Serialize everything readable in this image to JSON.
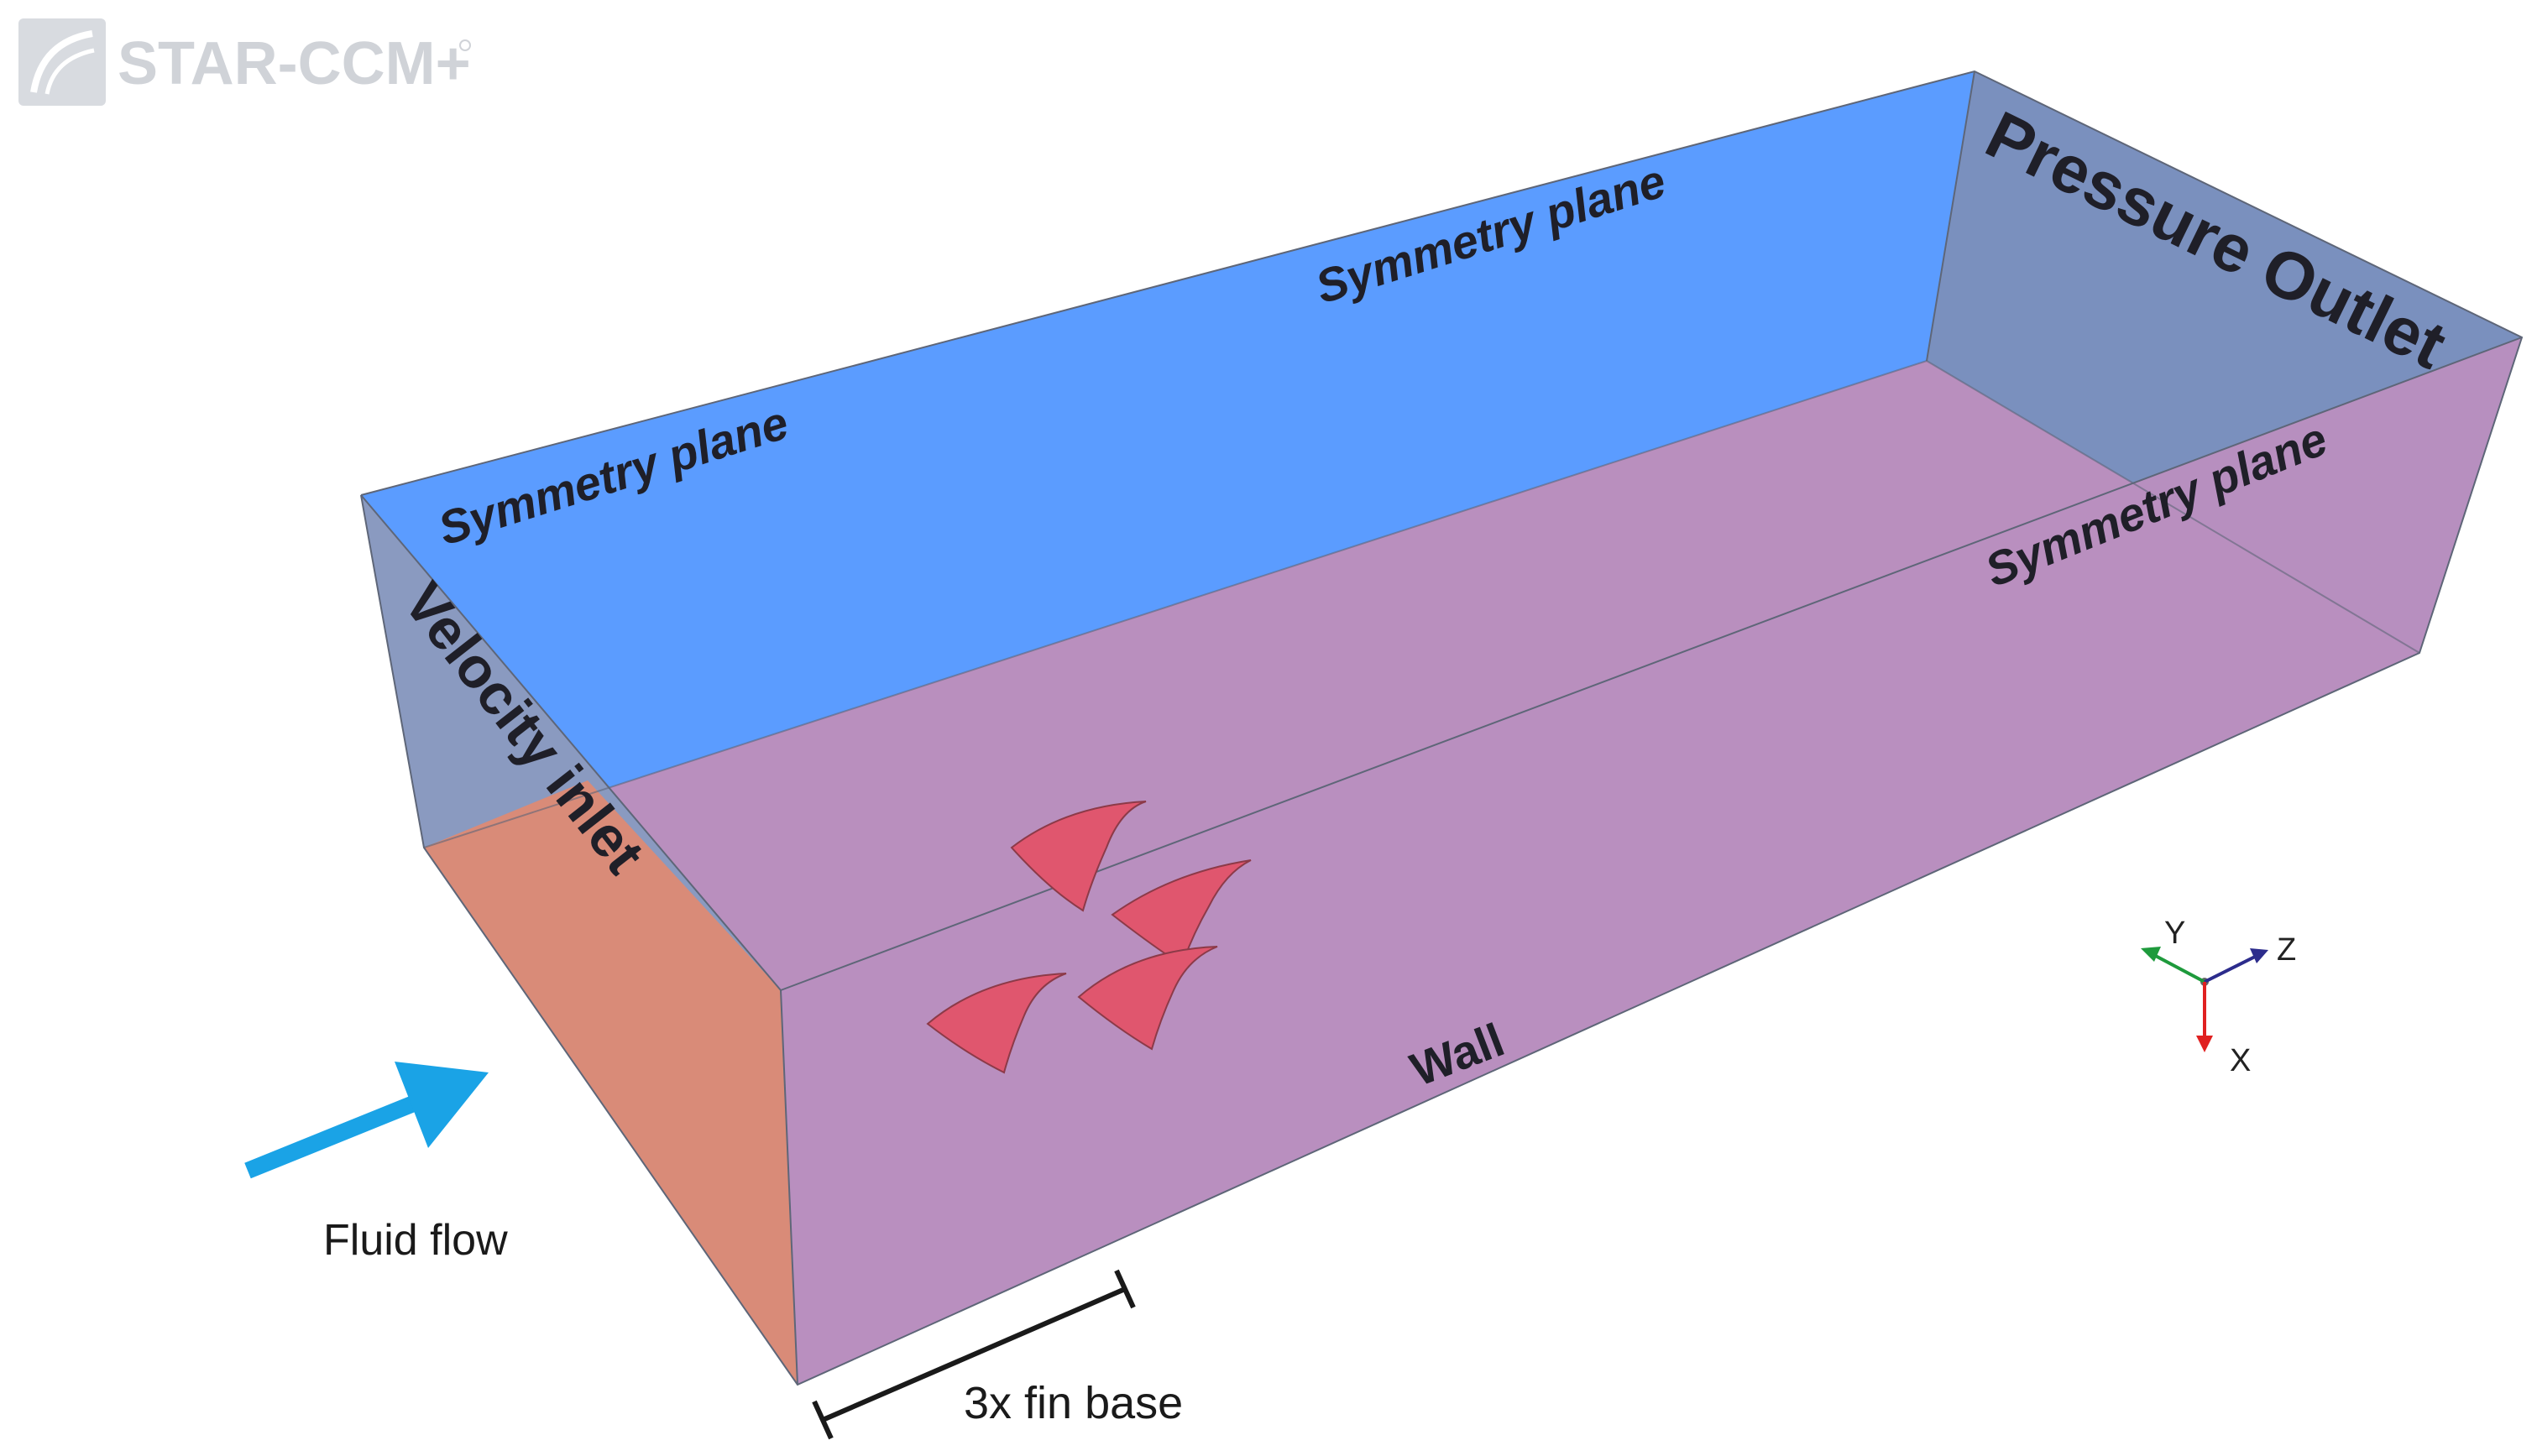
{
  "logo": {
    "text": "STAR-CCM+",
    "mark": "registered"
  },
  "labels": {
    "symmetry_top_right": "Symmetry plane",
    "symmetry_top_left": "Symmetry plane",
    "symmetry_far_side": "Symmetry plane",
    "pressure_outlet": "Pressure Outlet",
    "velocity_inlet": "Velocity inlet",
    "wall": "Wall",
    "fluid_flow": "Fluid flow",
    "scale_bar": "3x fin base"
  },
  "axes": {
    "y": "Y",
    "z": "Z",
    "x": "X"
  },
  "colors": {
    "symmetry_top": "#5b9cff",
    "wall_bottom": "#b98fbe",
    "velocity_inlet": "#d98b78",
    "outlet_side": "#7d8fb8",
    "fins": "#e0566e",
    "flow_arrow": "#1aa3e6",
    "axis_x": "#e02020",
    "axis_y": "#1e9a3c",
    "axis_z": "#2c2c8c"
  },
  "icons": [
    "star-ccm-logo-icon",
    "flow-arrow-icon",
    "coordinate-triad-icon",
    "fin-shape-icon"
  ]
}
